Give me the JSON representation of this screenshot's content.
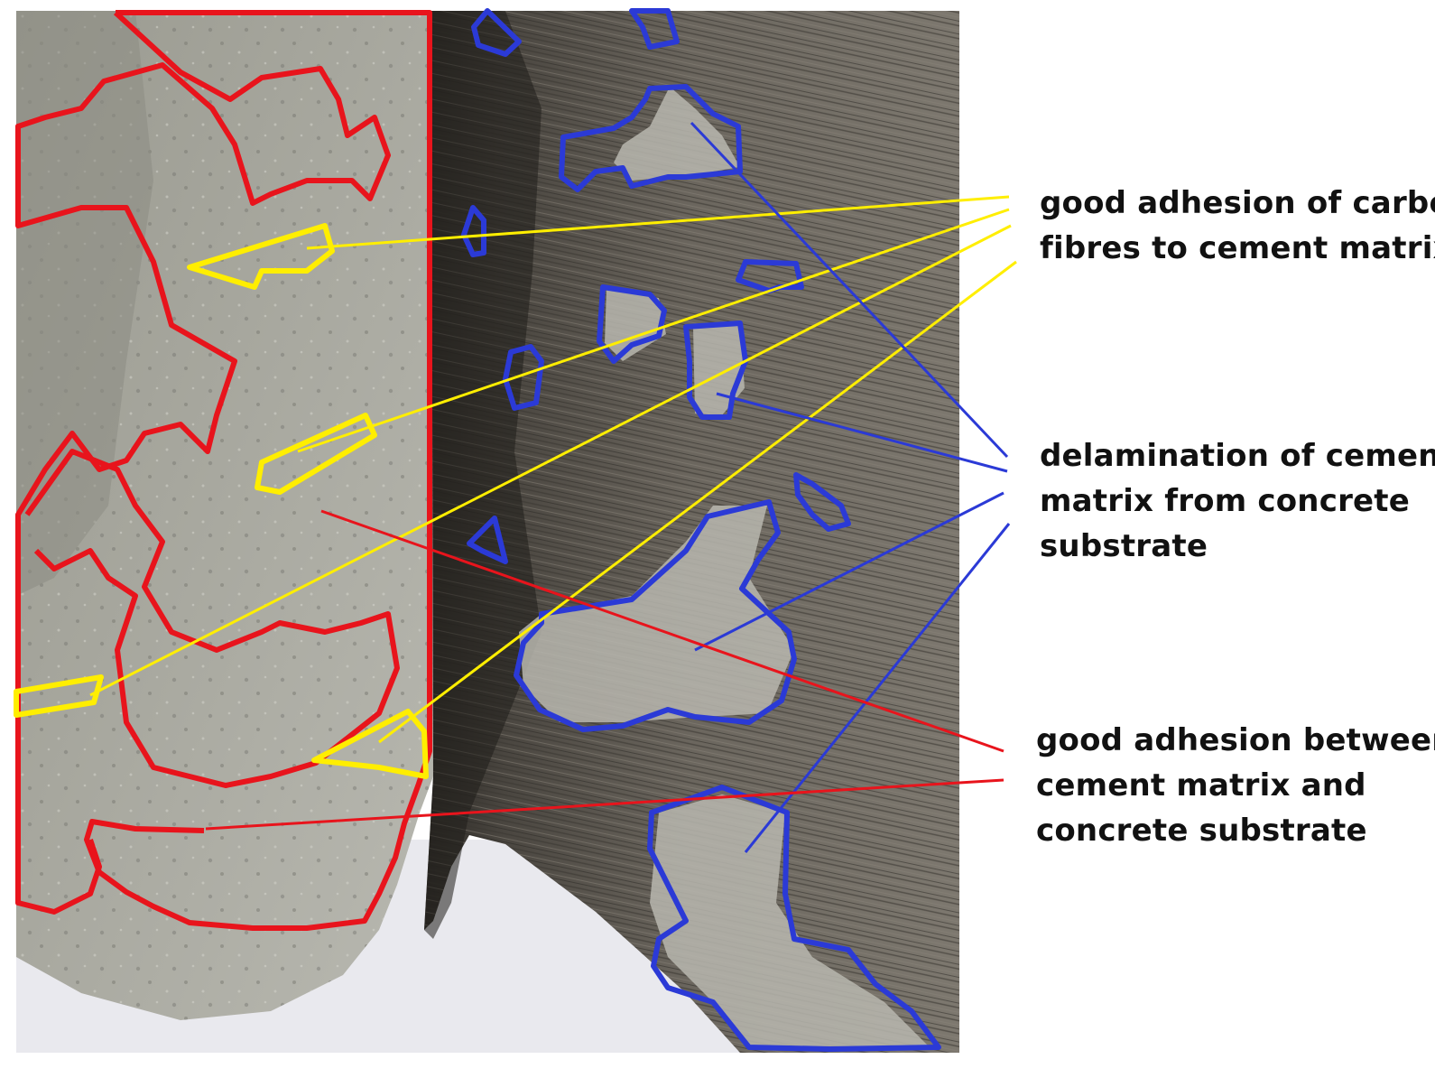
{
  "annotations": {
    "good_adhesion_carbon": {
      "lines": [
        "good adhesion of carbon",
        "fibres to cement matrix"
      ],
      "color": "#ffee00"
    },
    "delamination": {
      "lines": [
        "delamination of cement",
        "matrix from concrete",
        "substrate"
      ],
      "color": "#2b3ad6"
    },
    "good_adhesion_substrate": {
      "lines": [
        "good adhesion between",
        "cement matrix and",
        "concrete substrate"
      ],
      "color": "#e8141c"
    }
  }
}
